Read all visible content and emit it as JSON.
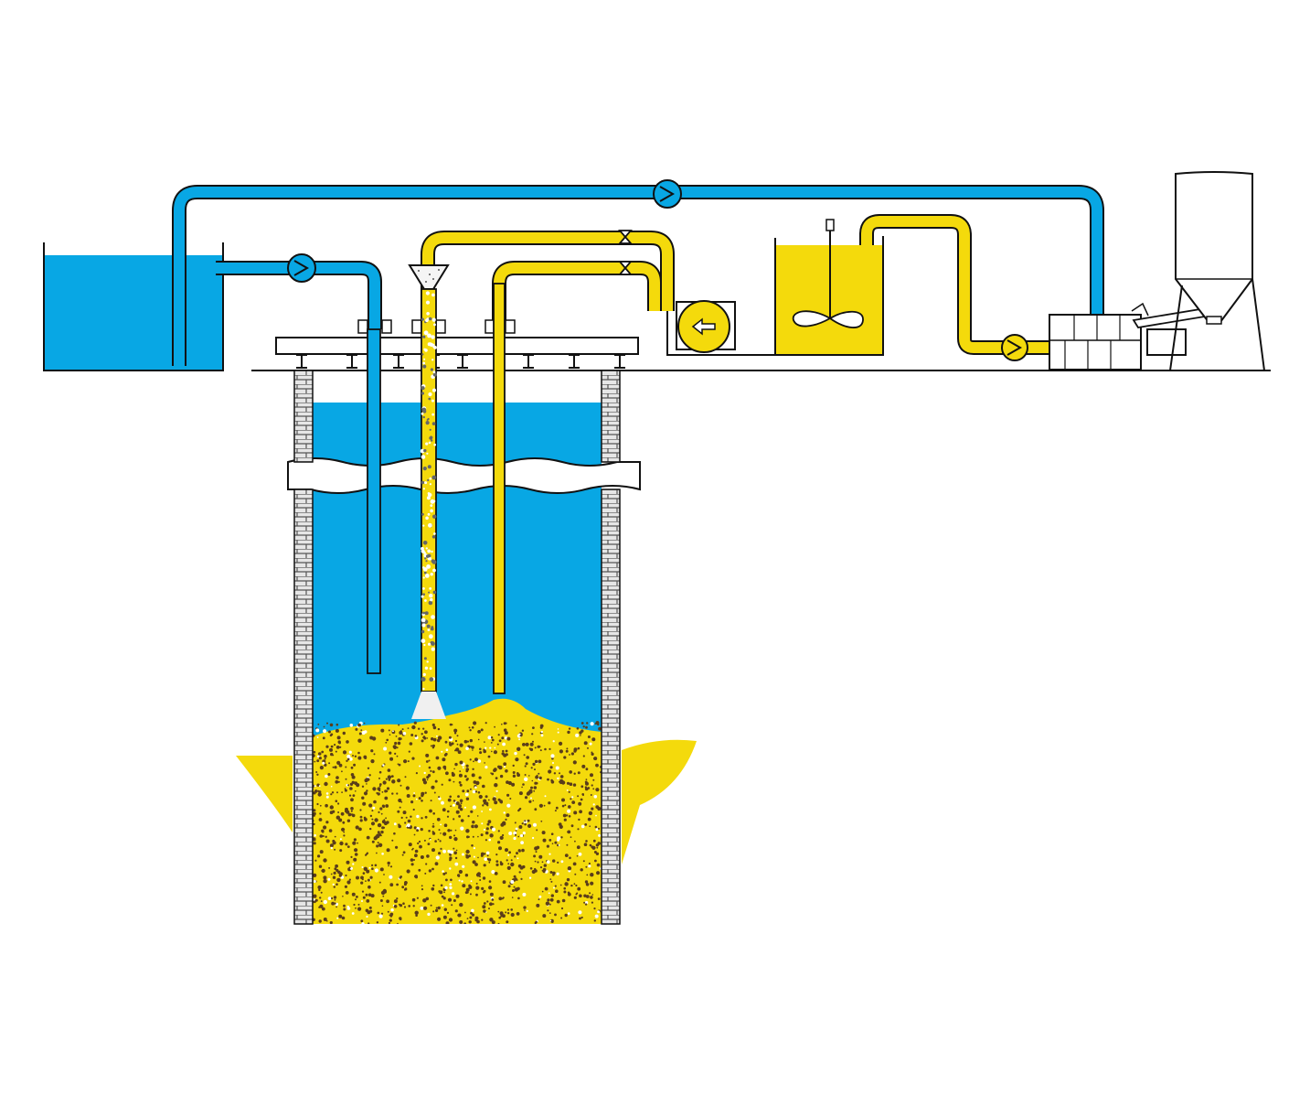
{
  "diagram": {
    "type": "process-schematic",
    "labels": [],
    "colors": {
      "water": "#08a7e4",
      "grout": "#f4da0c",
      "outline": "#111111",
      "brick": "#9a9a9a",
      "grain_dark": "#5a3d1a",
      "grain_light": "#ffffff",
      "equipment": "#ffffff"
    },
    "icons": {
      "water-pump": "circle-with-chevron",
      "grout-pump": "circle-with-chevron",
      "valve": "bowtie-valve",
      "flow-direction": "left-arrow",
      "mixer-impeller": "propeller",
      "hopper": "funnel",
      "silo": "silo"
    }
  }
}
